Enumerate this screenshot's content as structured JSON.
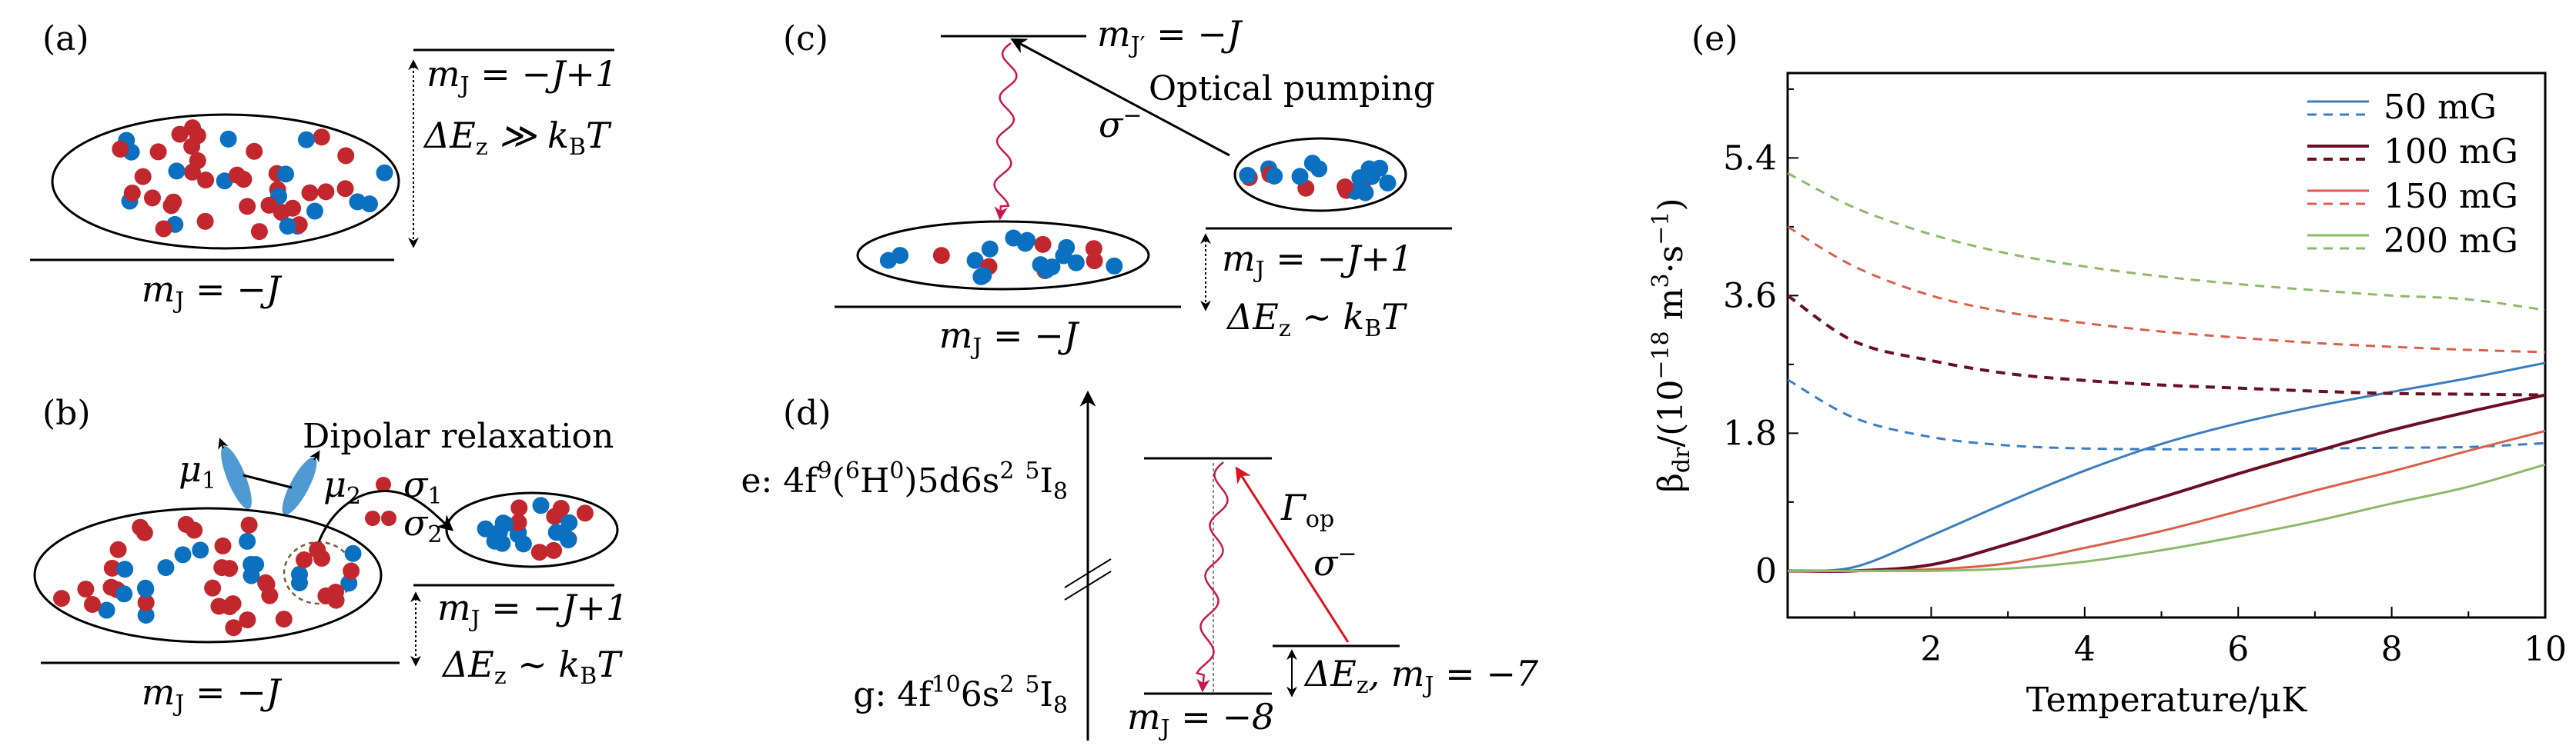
{
  "panels": {
    "a": {
      "label": "(a)",
      "upper_level": "m_{J} = −J+1",
      "gap": "ΔE_{z} ≫ k_{B}T",
      "lower_level": "m_{J} = −J"
    },
    "b": {
      "label": "(b)",
      "title": "Dipolar relaxation",
      "mu1": "μ_{1}",
      "mu2": "μ_{2}",
      "sigma1": "σ_{1}",
      "sigma2": "σ_{2}",
      "upper_level": "m_{J} = −J+1",
      "gap": "ΔE_{z} ∼ k_{B}T",
      "lower_level": "m_{J} = −J"
    },
    "c": {
      "label": "(c)",
      "excited_level": "m_{J′} = −J",
      "title": "Optical pumping",
      "polarization": "σ^{−}",
      "upper_level": "m_{J} = −J+1",
      "gap": "ΔE_{z} ∼ k_{B}T",
      "lower_level": "m_{J} = −J"
    },
    "d": {
      "label": "(d)",
      "excited_state": "e: 4f^{9}(^{6}H^{0})5d6s^{2} ^{5}I_{8}",
      "ground_state": "g: 4f^{10}6s^{2} ^{5}I_{8}",
      "rate": "Γ_{op}",
      "polarization": "σ^{−}",
      "gap": "ΔE_{z}, m_{J} = −7",
      "lower_level": "m_{J} = −8"
    },
    "e": {
      "label": "(e)"
    }
  },
  "colors": {
    "red_atom": "#c1272d",
    "blue_atom": "#0b70bf",
    "decay": "#c8174f",
    "pump": "#e0101c",
    "lobe": "#4f9ad2"
  },
  "chart_data": {
    "type": "line",
    "xlabel": "Temperature/μK",
    "ylabel": "β_{dr}/(10^{−18} m^{3}·s^{−1})",
    "xlim": [
      0.13,
      10
    ],
    "ylim": [
      -0.61,
      6.51
    ],
    "xticks": [
      2,
      4,
      6,
      8,
      10
    ],
    "xtick_labels": [
      "2",
      "4",
      "6",
      "8",
      "10"
    ],
    "yticks": [
      0,
      1.8,
      3.6,
      5.4
    ],
    "ytick_labels": [
      "0",
      "1.8",
      "3.6",
      "5.4"
    ],
    "legend_position": "top-right",
    "grid": false,
    "x": [
      0.13,
      1,
      2,
      3,
      4,
      5,
      6,
      7,
      8,
      9,
      10
    ],
    "series": [
      {
        "name": "50 mG",
        "color": "#3b7dbf",
        "solid": [
          0,
          0.05,
          0.46,
          0.9,
          1.31,
          1.66,
          1.93,
          2.15,
          2.34,
          2.52,
          2.72
        ],
        "dashed": [
          2.5,
          2.0,
          1.75,
          1.64,
          1.6,
          1.59,
          1.59,
          1.6,
          1.61,
          1.62,
          1.67
        ]
      },
      {
        "name": "100 mG",
        "color": "#6a0e25",
        "solid": [
          0,
          0,
          0.08,
          0.35,
          0.66,
          0.96,
          1.27,
          1.56,
          1.84,
          2.08,
          2.3
        ],
        "dashed": [
          3.6,
          3.0,
          2.75,
          2.58,
          2.49,
          2.43,
          2.39,
          2.35,
          2.32,
          2.31,
          2.3
        ]
      },
      {
        "name": "150 mG",
        "color": "#d9604b",
        "solid": [
          0,
          0,
          0.02,
          0.1,
          0.3,
          0.52,
          0.78,
          1.05,
          1.3,
          1.57,
          1.83
        ],
        "dashed": [
          4.5,
          3.98,
          3.6,
          3.38,
          3.24,
          3.13,
          3.05,
          2.98,
          2.93,
          2.89,
          2.86
        ]
      },
      {
        "name": "200 mG",
        "color": "#8db96b",
        "solid": [
          0,
          0,
          0,
          0.03,
          0.12,
          0.27,
          0.45,
          0.65,
          0.88,
          1.1,
          1.39
        ],
        "dashed": [
          5.2,
          4.75,
          4.4,
          4.15,
          3.98,
          3.85,
          3.75,
          3.67,
          3.6,
          3.55,
          3.41
        ]
      }
    ]
  }
}
